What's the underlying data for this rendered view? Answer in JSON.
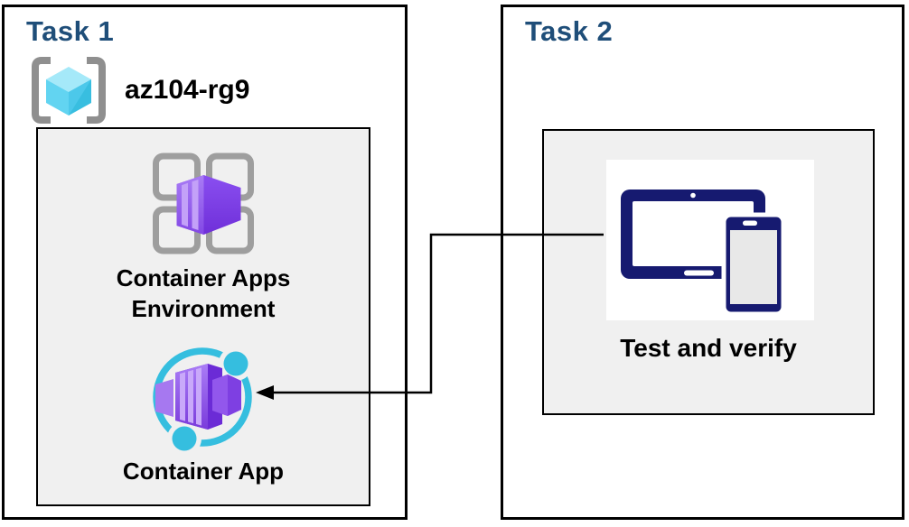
{
  "task1": {
    "title": "Task 1",
    "resource_group": {
      "name": "az104-rg9",
      "icon": "azure-resource-group-icon"
    },
    "nodes": [
      {
        "id": "container-apps-environment",
        "label": "Container Apps Environment",
        "icon": "container-apps-environment-icon"
      },
      {
        "id": "container-app",
        "label": "Container App",
        "icon": "container-app-icon"
      }
    ]
  },
  "task2": {
    "title": "Task 2",
    "nodes": [
      {
        "id": "test-and-verify",
        "label": "Test and verify",
        "icon": "tablet-and-phone-devices-icon"
      }
    ]
  },
  "connector": {
    "from": "test-and-verify",
    "to": "container-app",
    "shape": "elbow",
    "arrow_end": "container-app"
  },
  "colors": {
    "task_title_blue": "#1F4E79",
    "panel_background": "#F0F0F0",
    "box_border": "#000000",
    "connector_black": "#000000",
    "azure_cyan": "#38BEE0",
    "azure_purple": "#8A4FF0",
    "bracket_gray": "#8F8F8F",
    "frame_gray": "#9E9E9E",
    "devices_navy": "#161A70"
  }
}
